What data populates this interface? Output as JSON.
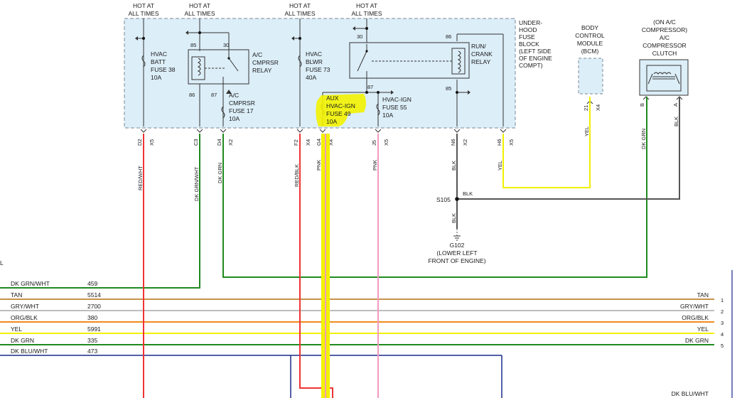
{
  "colors": {
    "fuse_block_fill": "#dceef8",
    "fuse_block_border": "#7a8a99",
    "highlight": "#f2f200",
    "wire_red": "#ee3333",
    "wire_dkgrn": "#1f8a1f",
    "wire_pnk": "#f29ac0",
    "wire_yel": "#f0f000",
    "wire_blk": "#555555",
    "wire_tan": "#c8924a",
    "wire_gry": "#bdbdbd",
    "wire_org": "#f08c1e",
    "wire_dkblu": "#1a2a8a"
  },
  "top_labels": {
    "hot1": [
      "HOT AT",
      "ALL TIMES"
    ],
    "hot2": [
      "HOT AT",
      "ALL TIMES"
    ],
    "hot3": [
      "HOT AT",
      "ALL TIMES"
    ],
    "hot4": [
      "HOT AT",
      "ALL TIMES"
    ]
  },
  "fuse_block_label": [
    "UNDER-",
    "HOOD",
    "FUSE",
    "BLOCK",
    "(LEFT SIDE",
    "OF ENGINE",
    "COMPT)"
  ],
  "fuses": {
    "hvac_batt": [
      "HVAC",
      "BATT",
      "FUSE 38",
      "10A"
    ],
    "ac_cmprsr_fuse": [
      "A/C",
      "CMPRSR",
      "FUSE 17",
      "10A"
    ],
    "hvac_blwr": [
      "HVAC",
      "BLWR",
      "FUSE 73",
      "40A"
    ],
    "aux_hvac_ign": [
      "AUX",
      "HVAC-IGN",
      "FUSE 49",
      "10A"
    ],
    "hvac_ign": [
      "HVAC-IGN",
      "FUSE 55",
      "10A"
    ]
  },
  "relays": {
    "ac_cmprsr": {
      "label": [
        "A/C",
        "CMPRSR",
        "RELAY"
      ],
      "pins": {
        "p85": "85",
        "p30": "30",
        "p86": "86",
        "p87": "87"
      }
    },
    "run_crank": {
      "label": [
        "RUN/",
        "CRANK",
        "RELAY"
      ],
      "pins": {
        "p30": "30",
        "p86": "86",
        "p87": "87",
        "p85": "85"
      }
    }
  },
  "connectors": {
    "d2": {
      "pin": "D2",
      "conn": "X5"
    },
    "c3": {
      "pin": "C3",
      "conn": ""
    },
    "d4": {
      "pin": "D4",
      "conn": "X2"
    },
    "f2": {
      "pin": "F2",
      "conn": "X4"
    },
    "g4": {
      "pin": "G4",
      "conn": "X4"
    },
    "j5": {
      "pin": "J5",
      "conn": "X5"
    },
    "n6": {
      "pin": "N6",
      "conn": "X2"
    },
    "h6": {
      "pin": "H6",
      "conn": "X5"
    },
    "bcm21": {
      "pin": "21",
      "conn": "X4"
    },
    "ac_b": {
      "pin": "B"
    },
    "ac_a": {
      "pin": "A"
    }
  },
  "wire_labels": {
    "red_wht": "RED/WHT",
    "dk_grn_wht": "DK GRN/WHT",
    "dk_grn": "DK GRN",
    "red_blk": "RED/BLK",
    "pnk1": "PNK",
    "pnk2": "PNK",
    "blk_n6": "BLK",
    "yel_h6": "YEL",
    "yel_bcm": "YEL",
    "dk_grn_ac": "DK GRN",
    "blk_ac": "BLK",
    "blk_s105": "BLK",
    "blk_g102": "BLK"
  },
  "bcm": {
    "label": [
      "BODY",
      "CONTROL",
      "MODULE",
      "(BCM)"
    ]
  },
  "ac_clutch": {
    "label": [
      "(ON A/C",
      "COMPRESSOR)",
      "A/C",
      "COMPRESSOR",
      "CLUTCH"
    ]
  },
  "splice": {
    "name": "S105"
  },
  "ground": {
    "name": "G102",
    "location": [
      "(LOWER LEFT",
      "FRONT OF ENGINE)"
    ]
  },
  "left_edge_label": "L",
  "harness": [
    {
      "name": "DK GRN/WHT",
      "circuit": "459",
      "right_name": "",
      "right_num": ""
    },
    {
      "name": "TAN",
      "circuit": "5514",
      "right_name": "TAN",
      "right_num": "1"
    },
    {
      "name": "GRY/WHT",
      "circuit": "2700",
      "right_name": "GRY/WHT",
      "right_num": "2"
    },
    {
      "name": "ORG/BLK",
      "circuit": "380",
      "right_name": "ORG/BLK",
      "right_num": "3"
    },
    {
      "name": "YEL",
      "circuit": "5991",
      "right_name": "YEL",
      "right_num": "4"
    },
    {
      "name": "DK GRN",
      "circuit": "335",
      "right_name": "DK GRN",
      "right_num": "5"
    },
    {
      "name": "DK BLU/WHT",
      "circuit": "473",
      "right_name": "",
      "right_num": ""
    }
  ],
  "bottom_right_label": "DK BLU/WHT"
}
